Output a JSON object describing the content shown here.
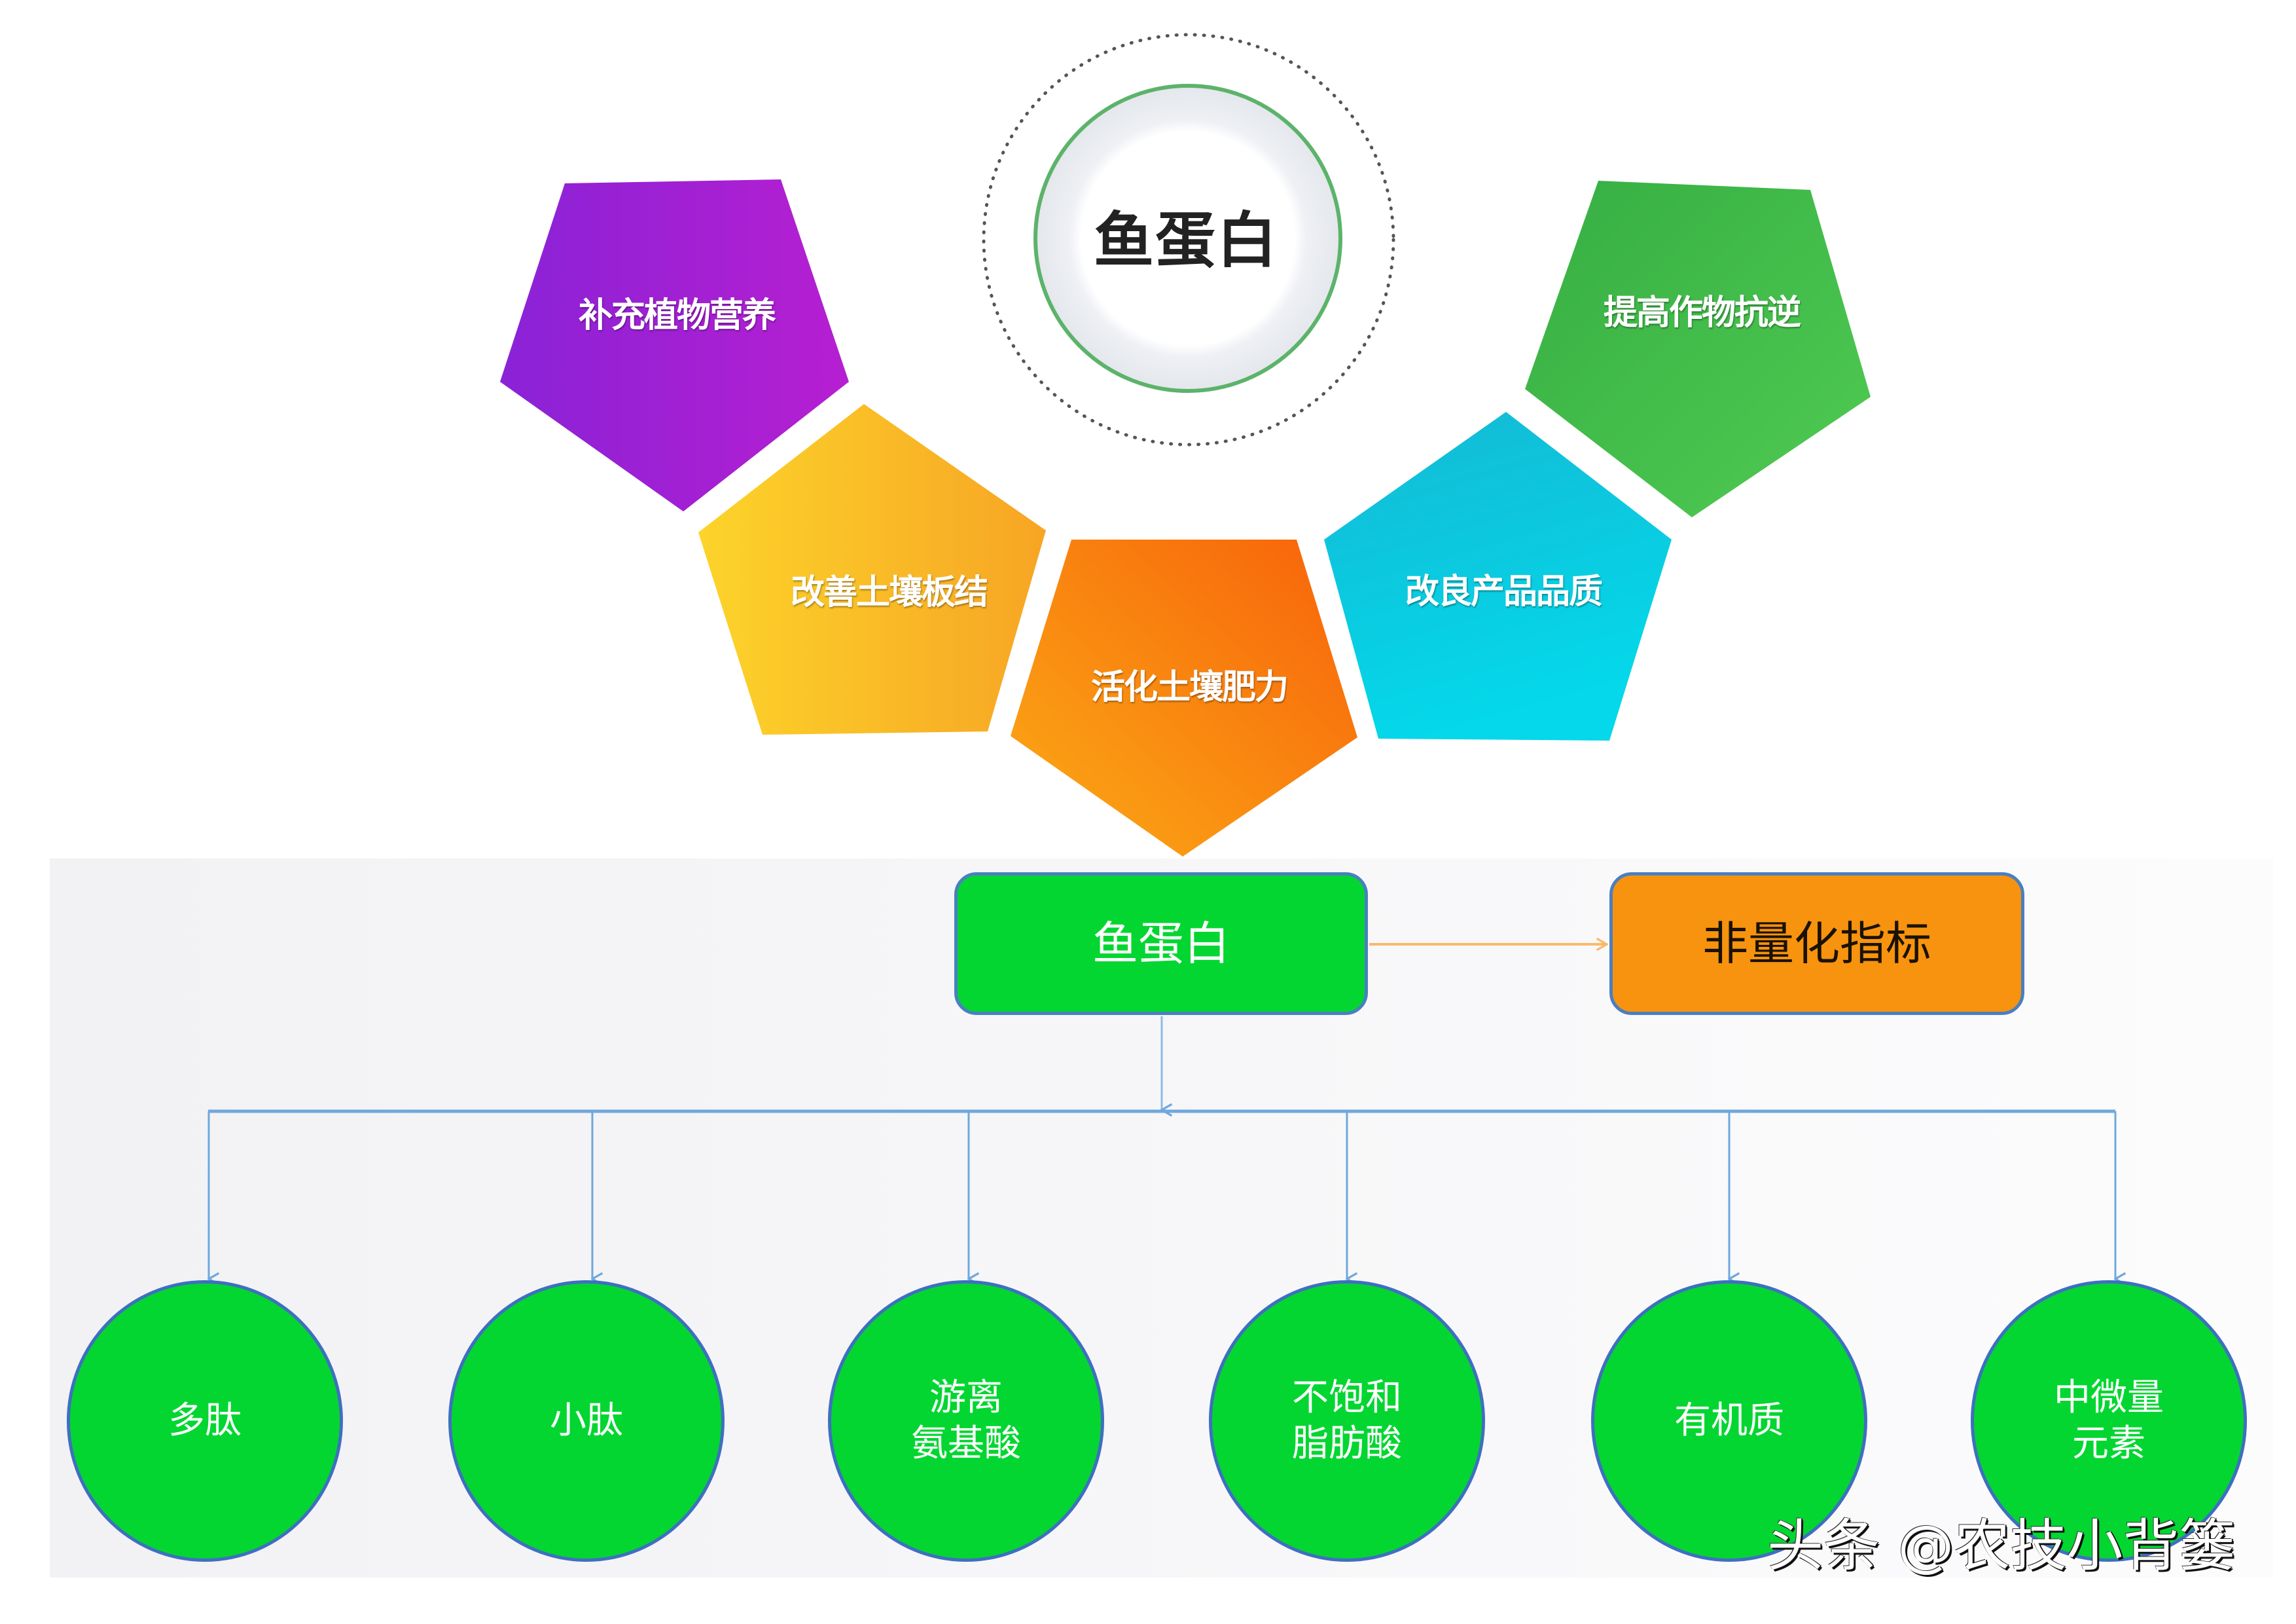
{
  "hub": {
    "title": "鱼蛋白",
    "ring_color": "#5cb36a",
    "dotted_ring_color": "#555555"
  },
  "pentagons": [
    {
      "label": "补充植物营养",
      "color_start": "#8a22d6",
      "color_end": "#b61fd1"
    },
    {
      "label": "改善土壤板结",
      "color_start": "#fcd42a",
      "color_end": "#f7a524"
    },
    {
      "label": "活化土壤肥力",
      "color_start": "#fba714",
      "color_end": "#f86a0a"
    },
    {
      "label": "改良产品品质",
      "color_start": "#12bcd6",
      "color_end": "#06d6e8"
    },
    {
      "label": "提高作物抗逆",
      "color_start": "#38b245",
      "color_end": "#4cc94e"
    }
  ],
  "flow": {
    "root": {
      "label": "鱼蛋白",
      "color": "#03d631"
    },
    "side": {
      "label": "非量化指标",
      "color": "#f7930f"
    },
    "arrow_color": "#f9b96a",
    "connector_color": "#6fa8dc",
    "children": [
      {
        "lines": [
          "多肽"
        ]
      },
      {
        "lines": [
          "小肽"
        ]
      },
      {
        "lines": [
          "游离",
          "氨基酸"
        ]
      },
      {
        "lines": [
          "不饱和",
          "脂肪酸"
        ]
      },
      {
        "lines": [
          "有机质"
        ]
      },
      {
        "lines": [
          "中微量",
          "元素"
        ]
      }
    ]
  },
  "watermark": "头条 @农技小背篓"
}
